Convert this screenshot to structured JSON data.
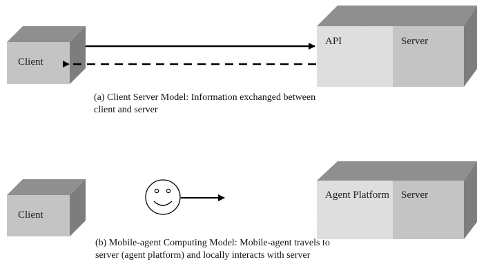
{
  "panel_a": {
    "client_label": "Client",
    "api_label": "API",
    "server_label": "Server",
    "caption": "(a) Client Server Model: Information exchanged between client and server"
  },
  "panel_b": {
    "client_label": "Client",
    "agent_platform_label": "Agent Platform",
    "server_label": "Server",
    "caption": "(b) Mobile-agent Computing Model: Mobile-agent travels to server (agent platform) and locally interacts with server"
  },
  "colors": {
    "box_front": "#c4c4c4",
    "box_top": "#8f8f8f",
    "box_side": "#7d7d7d",
    "textured_face": "#dcdcdc",
    "arrow": "#000000"
  }
}
